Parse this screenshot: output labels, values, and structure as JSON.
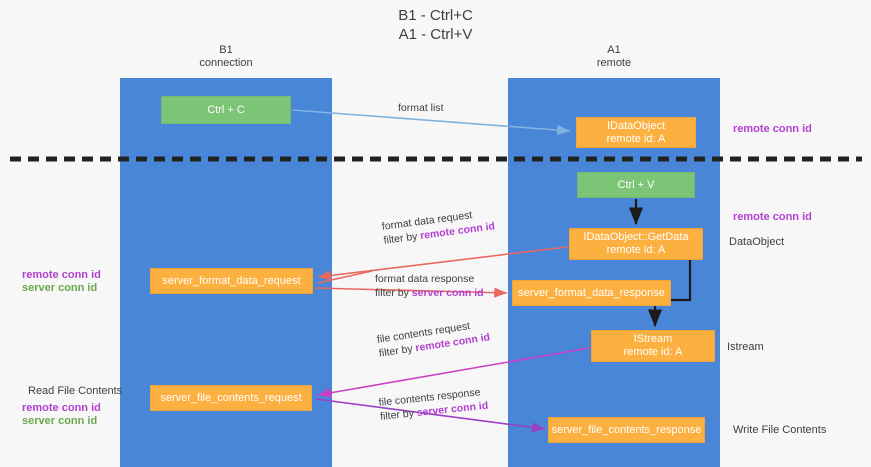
{
  "title": {
    "line1": "B1 - Ctrl+C",
    "line2": "A1 - Ctrl+V"
  },
  "lanes": [
    {
      "id": "b1",
      "name": "B1",
      "role": "connection",
      "color": "#4a86d8"
    },
    {
      "id": "a1",
      "name": "A1",
      "role": "remote",
      "color": "#4a86d8"
    }
  ],
  "nodes": {
    "ctrl_c": {
      "line1": "Ctrl + C",
      "line2": "",
      "color": "#7cc576"
    },
    "idataobject": {
      "line1": "IDataObject",
      "line2": "remote id: A",
      "color": "#fbb040"
    },
    "ctrl_v": {
      "line1": "Ctrl + V",
      "line2": "",
      "color": "#7cc576"
    },
    "getdata": {
      "line1": "IDataObject::GetData",
      "line2": "remote id: A",
      "color": "#fbb040"
    },
    "server_format_data_request": {
      "line1": "server_format_data_request",
      "line2": "",
      "color": "#fbb040"
    },
    "server_format_data_response": {
      "line1": "server_format_data_response",
      "line2": "",
      "color": "#fbb040"
    },
    "istream": {
      "line1": "IStream",
      "line2": "remote id: A",
      "color": "#fbb040"
    },
    "server_file_contents_request": {
      "line1": "server_file_contents_request",
      "line2": "",
      "color": "#fbb040"
    },
    "server_file_contents_response": {
      "line1": "server_file_contents_response",
      "line2": "",
      "color": "#fbb040"
    }
  },
  "edges": {
    "format_list": {
      "label": "format list",
      "color": "#7fb3e0"
    },
    "format_data_request": {
      "label": "format data request",
      "filter_prefix": "filter by ",
      "filter_key": "remote conn id",
      "color": "#e8685f"
    },
    "format_data_response": {
      "label": "format data response",
      "filter_prefix": "filter by ",
      "filter_key": "server conn id",
      "color": "#e8685f"
    },
    "file_contents_request": {
      "label": "file contents request",
      "filter_prefix": "filter by ",
      "filter_key": "remote conn id",
      "color": "#cc3fc4"
    },
    "file_contents_response": {
      "label": "file contents response",
      "filter_prefix": "filter by ",
      "filter_key": "server conn id",
      "color": "#9b3fc4"
    }
  },
  "annotations": {
    "remote_conn_id_top": "remote conn id",
    "remote_conn_id_mid": "remote conn id",
    "dataobject": "DataObject",
    "istream": "Istream",
    "write_file_contents": "Write File Contents",
    "read_file_contents": "Read File Contents",
    "remote_conn_id_left": "remote conn id",
    "server_conn_id_left": "server conn id",
    "remote_conn_id_left2": "remote conn id",
    "server_conn_id_left2": "server conn id"
  },
  "colors": {
    "lane": "#4a86d8",
    "green_node": "#7cc576",
    "orange_node": "#fbb040",
    "purple_text": "#b23fd0",
    "green_text": "#6aa84f",
    "divider": "#222222",
    "background": "#f7f7f7"
  }
}
